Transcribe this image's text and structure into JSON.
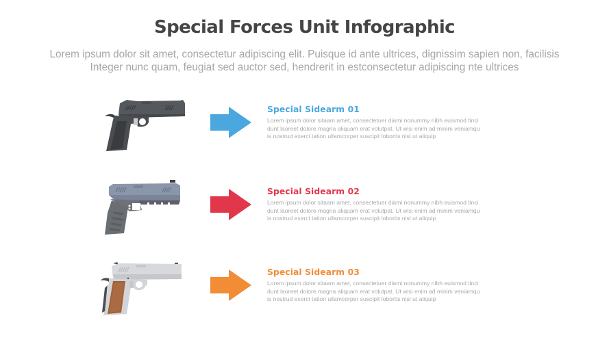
{
  "header": {
    "title": "Special Forces Unit Infographic",
    "subtitle_lines": [
      "Lorem ipsum dolor sit amet, consectetur adipiscing elit. Puisque id ante ultrices, dignissim sapien non, facilisis",
      "Integer nunc quam, feugiat sed auctor sed, hendrerit in estconsectetur adipiscing nte ultrices"
    ]
  },
  "colors": {
    "title": "#454545",
    "text": "#a6a6a6",
    "item1": "#4aa8de",
    "item2": "#e2374a",
    "item3": "#f28c35"
  },
  "items": [
    {
      "heading": "Special Sidearm 01",
      "color": "#4aa8de",
      "icon": "pistol-dark-1911-icon",
      "arrow_icon": "arrow-right-icon",
      "body_lines": [
        "Lorem ipsum dolor sitaam amet, consectetuer diami nonummy  nibh euismod tinci",
        "dunt laoreet dolore magna aliquam erat volutpat. Ut wisi enim ad minim veniamqu",
        "is nostrud exerci tation ullamcorper suscipit lobortis nisl ut aliquip"
      ]
    },
    {
      "heading": "Special Sidearm 02",
      "color": "#e2374a",
      "icon": "pistol-tactical-icon",
      "arrow_icon": "arrow-right-icon",
      "body_lines": [
        "Lorem ipsum dolor sitaam amet, consectetuer diami nonummy  nibh euismod tinci",
        "dunt laoreet dolore magna aliquam erat volutpat. Ut wisi enim ad minim veniamqu",
        "is nostrud exerci tation ullamcorper suscipit lobortis nisl ut aliquip"
      ]
    },
    {
      "heading": "Special Sidearm 03",
      "color": "#f28c35",
      "icon": "pistol-silver-1911-icon",
      "arrow_icon": "arrow-right-icon",
      "body_lines": [
        "Lorem ipsum dolor sitaam amet, consectetuer diami nonummy  nibh euismod tinci",
        "dunt laoreet dolore magna aliquam erat volutpat. Ut wisi enim ad minim veniamqu",
        "is nostrud exerci tation ullamcorper suscipit lobortis nisl ut aliquip"
      ]
    }
  ]
}
